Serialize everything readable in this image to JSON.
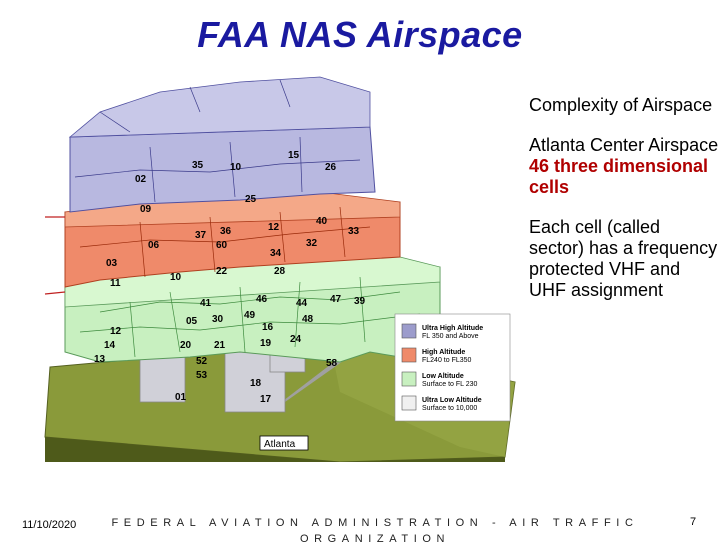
{
  "title": "FAA NAS Airspace",
  "bullets": {
    "b1": "Complexity of Airspace",
    "b2_prefix": "Atlanta Center Airspace ",
    "b2_highlight": "46 three dimensional cells",
    "b3": "Each cell (called sector) has a frequency protected VHF and UHF assignment"
  },
  "legend": {
    "items": [
      {
        "label1": "Ultra High Altitude",
        "label2": "FL 350 and Above",
        "color": "#9c9ccc"
      },
      {
        "label1": "High Altitude",
        "label2": "FL240 to FL350",
        "color": "#ef8a6a"
      },
      {
        "label1": "Low Altitude",
        "label2": "Surface to FL 230",
        "color": "#c8f0c0"
      },
      {
        "label1": "Ultra Low Altitude",
        "label2": "Surface to 10,000",
        "color": "#f0f0f0"
      }
    ]
  },
  "map_label": "Atlanta",
  "sectors": {
    "ultra": [
      "15",
      "35",
      "10",
      "26",
      "02",
      "25",
      "09"
    ],
    "high": [
      "37",
      "36",
      "12",
      "40",
      "33",
      "06",
      "60",
      "32",
      "34",
      "03",
      "22",
      "28",
      "10",
      "11"
    ],
    "low": [
      "41",
      "46",
      "44",
      "47",
      "39",
      "05",
      "30",
      "49",
      "48",
      "12",
      "16",
      "14",
      "20",
      "21",
      "19",
      "24",
      "13",
      "58",
      "52",
      "53",
      "18",
      "01",
      "17"
    ]
  },
  "colors": {
    "title": "#1a1aa0",
    "highlight": "#b00000"
  },
  "footer": {
    "date": "11/10/2020",
    "org": "FEDERAL AVIATION ADMINISTRATION - AIR TRAFFIC ORGANIZATION",
    "page": "7"
  }
}
